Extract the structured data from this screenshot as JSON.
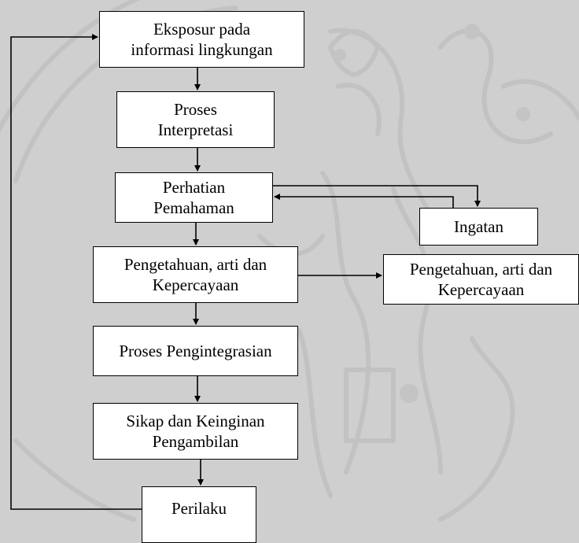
{
  "diagram": {
    "boxes": {
      "eksposur": "Eksposur pada\ninformasi lingkungan",
      "interpretasi": "Proses\nInterpretasi",
      "perhatian": "Perhatian\nPemahaman",
      "ingatan": "Ingatan",
      "pengetahuan_1": "Pengetahuan, arti dan\nKepercayaan",
      "pengetahuan_2": "Pengetahuan, arti dan\nKepercayaan",
      "integrasi": "Proses Pengintegrasian",
      "sikap": "Sikap dan Keinginan\nPengambilan",
      "perilaku": "Perilaku"
    },
    "colors": {
      "background": "#cfcfcf",
      "watermark": "#bdbdbd",
      "box_fill": "#ffffff",
      "line": "#000000"
    }
  }
}
